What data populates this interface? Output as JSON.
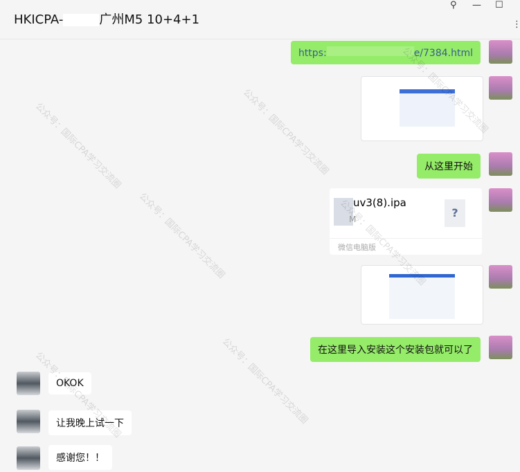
{
  "header": {
    "title_prefix": "HKICPA-",
    "title_suffix": "广州M5 10+4+1",
    "pin": "⚲",
    "minimize": "—",
    "maximize": "☐",
    "more": "⋮"
  },
  "messages": [
    {
      "side": "right",
      "type": "text",
      "text": "https:",
      "text_end": "e/7384.html"
    },
    {
      "side": "right",
      "type": "image"
    },
    {
      "side": "right",
      "type": "text",
      "text": "从这里开始"
    },
    {
      "side": "right",
      "type": "file",
      "name": "uv3(8).ipa",
      "size": "M",
      "source": "微信电脑版",
      "file_icon": "?"
    },
    {
      "side": "right",
      "type": "image"
    },
    {
      "side": "right",
      "type": "text",
      "text": "在这里导入安装这个安装包就可以了"
    },
    {
      "side": "left",
      "type": "text",
      "text": "OKOK"
    },
    {
      "side": "left",
      "type": "text",
      "text": "让我晚上试一下"
    },
    {
      "side": "left",
      "type": "text",
      "text": "感谢您！！"
    }
  ],
  "watermark": "公众号：国际CPA学习交流圈"
}
